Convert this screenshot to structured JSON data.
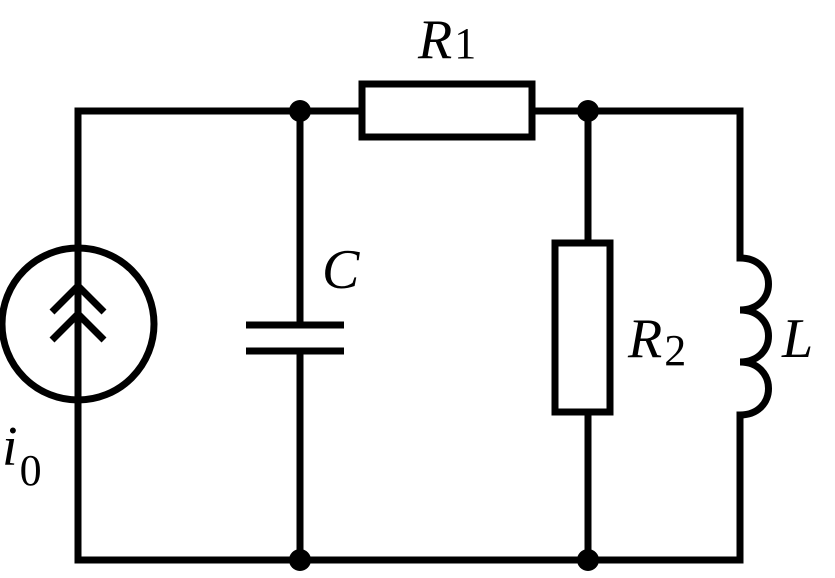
{
  "labels": {
    "r1": {
      "main": "R",
      "sub": "1"
    },
    "r2": {
      "main": "R",
      "sub": "2"
    },
    "c": "C",
    "l": "L",
    "i0": {
      "main": "i",
      "sub": "0"
    }
  },
  "colors": {
    "stroke": "#000000",
    "background": "#ffffff"
  }
}
